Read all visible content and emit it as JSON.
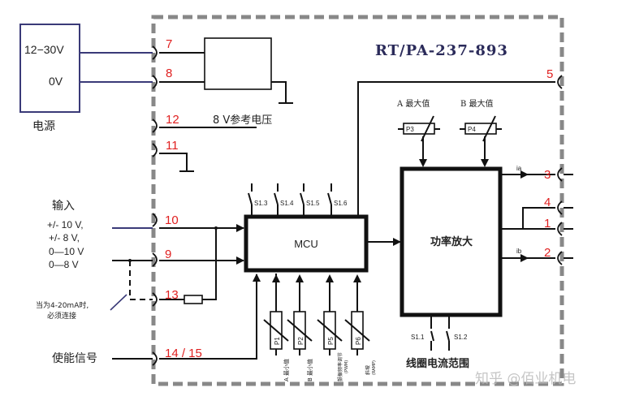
{
  "title": "RT/PA-237-893",
  "power_supply": {
    "label": "电源",
    "terminals": [
      "12−30V",
      "0V"
    ]
  },
  "pins": {
    "p7": "7",
    "p8": "8",
    "p12": "12",
    "p11": "11",
    "p10": "10",
    "p9": "9",
    "p13": "13",
    "p14_15": "14 / 15",
    "p5": "5",
    "p3": "3",
    "p4": "4",
    "p1": "1",
    "p2": "2"
  },
  "reference_voltage_label": "8 V参考电压",
  "input": {
    "heading": "输入",
    "ranges": [
      "+/- 10 V,",
      "+/- 8 V,",
      "0—10 V",
      "0—8 V"
    ],
    "note_line1": "当为4-20mA时,",
    "note_line2": "必须连接"
  },
  "enable_signal_label": "使能信号",
  "mcu": {
    "label": "MCU",
    "switches": [
      "S1.3",
      "S1.4",
      "S1.5",
      "S1.6"
    ]
  },
  "bottom_pots": [
    {
      "id": "P1",
      "label": "A 最小值"
    },
    {
      "id": "P2",
      "label": "B 最小值"
    },
    {
      "id": "P5",
      "label": "颤振频率调节",
      "sub": "(PWM)"
    },
    {
      "id": "P6",
      "label": "斜坡",
      "sub": "(RAMP)"
    }
  ],
  "top_pots": [
    {
      "id": "P3",
      "label": "A  最大值"
    },
    {
      "id": "P4",
      "label": "B  最大值"
    }
  ],
  "amplifier": {
    "label": "功率放大",
    "outputs": [
      "ia",
      "ib"
    ],
    "switches": [
      "S1.1",
      "S1.2"
    ],
    "range_label": "线圈电流范围"
  },
  "watermark": "知乎 @佰业机电"
}
